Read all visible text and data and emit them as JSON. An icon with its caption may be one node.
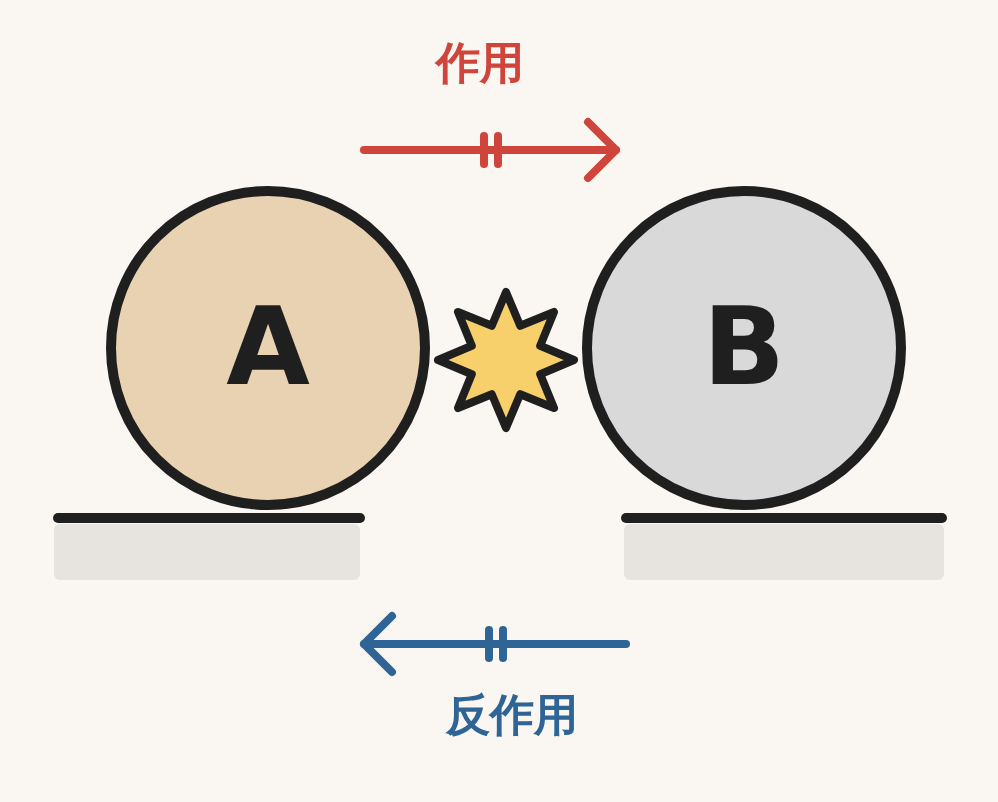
{
  "diagram": {
    "nodes": [
      {
        "text": [
          "A"
        ]
      },
      {
        "text": [],
        "shape": "star"
      },
      {
        "text": [
          "B"
        ]
      }
    ],
    "labels": [
      "作用",
      "反作用"
    ]
  }
}
